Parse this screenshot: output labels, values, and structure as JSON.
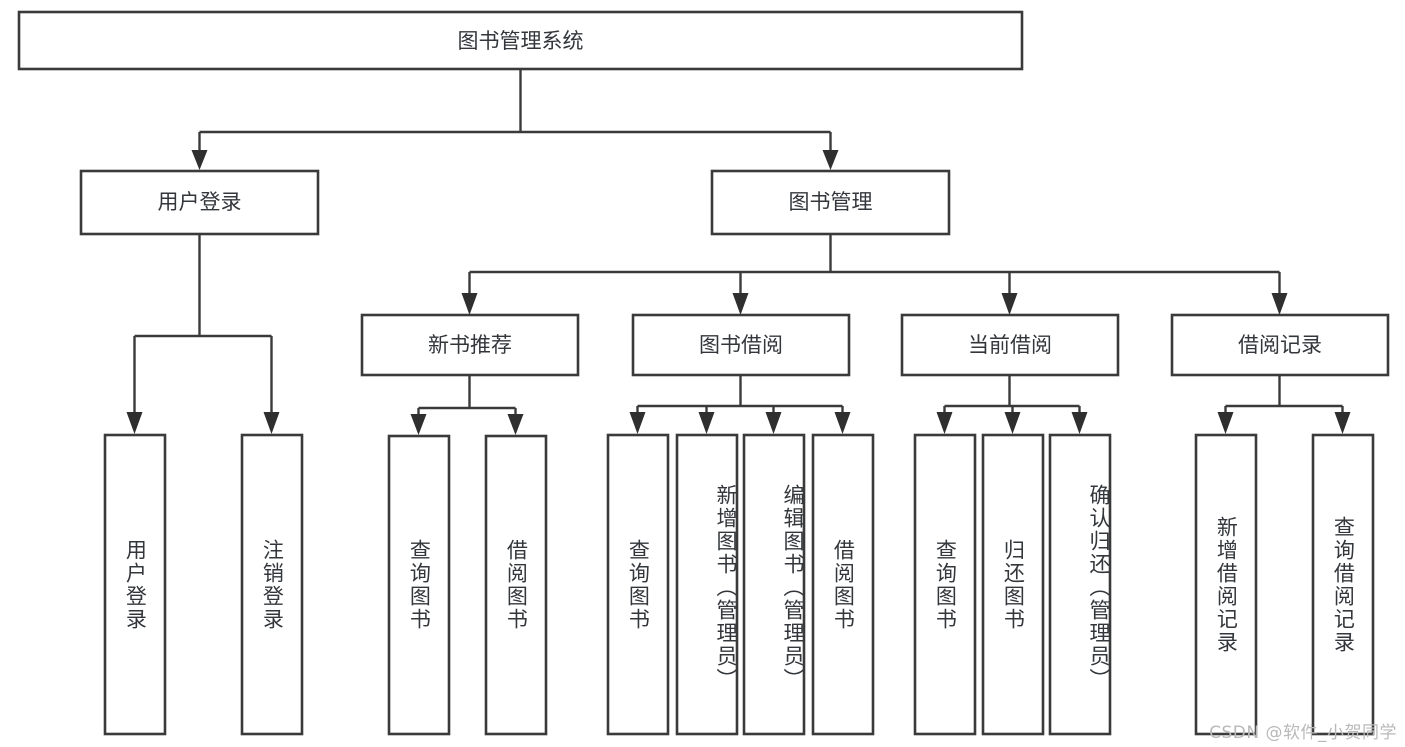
{
  "diagram": {
    "title": "图书管理系统",
    "type": "hierarchy-tree",
    "watermark": "CSDN @软件_小贺同学",
    "colors": {
      "background": "#ffffff",
      "box_stroke": "#3a3a3a",
      "box_fill": "#ffffff",
      "text": "#33373b",
      "connector": "#3a3a3a",
      "arrow": "#2f2f2f",
      "watermark": "#b9b9b9"
    },
    "root": {
      "label": "图书管理系统",
      "orientation": "horizontal"
    },
    "level1": [
      {
        "label": "用户登录",
        "orientation": "horizontal"
      },
      {
        "label": "图书管理",
        "orientation": "horizontal"
      }
    ],
    "level2": [
      {
        "label": "新书推荐",
        "orientation": "horizontal"
      },
      {
        "label": "图书借阅",
        "orientation": "horizontal"
      },
      {
        "label": "当前借阅",
        "orientation": "horizontal"
      },
      {
        "label": "借阅记录",
        "orientation": "horizontal"
      }
    ],
    "leaves": {
      "user_login": [
        {
          "label": "用户登录",
          "orientation": "vertical"
        },
        {
          "label": "注销登录",
          "orientation": "vertical"
        }
      ],
      "new_book_recommend": [
        {
          "label": "查询图书",
          "orientation": "vertical"
        },
        {
          "label": "借阅图书",
          "orientation": "vertical"
        }
      ],
      "book_borrow": [
        {
          "label": "查询图书",
          "orientation": "vertical"
        },
        {
          "label": "新增图书（管理员）",
          "orientation": "vertical"
        },
        {
          "label": "编辑图书（管理员）",
          "orientation": "vertical"
        },
        {
          "label": "借阅图书",
          "orientation": "vertical"
        }
      ],
      "current_borrow": [
        {
          "label": "查询图书",
          "orientation": "vertical"
        },
        {
          "label": "归还图书",
          "orientation": "vertical"
        },
        {
          "label": "确认归还（管理员）",
          "orientation": "vertical"
        }
      ],
      "borrow_record": [
        {
          "label": "新增借阅记录",
          "orientation": "vertical"
        },
        {
          "label": "查询借阅记录",
          "orientation": "vertical"
        }
      ]
    }
  }
}
